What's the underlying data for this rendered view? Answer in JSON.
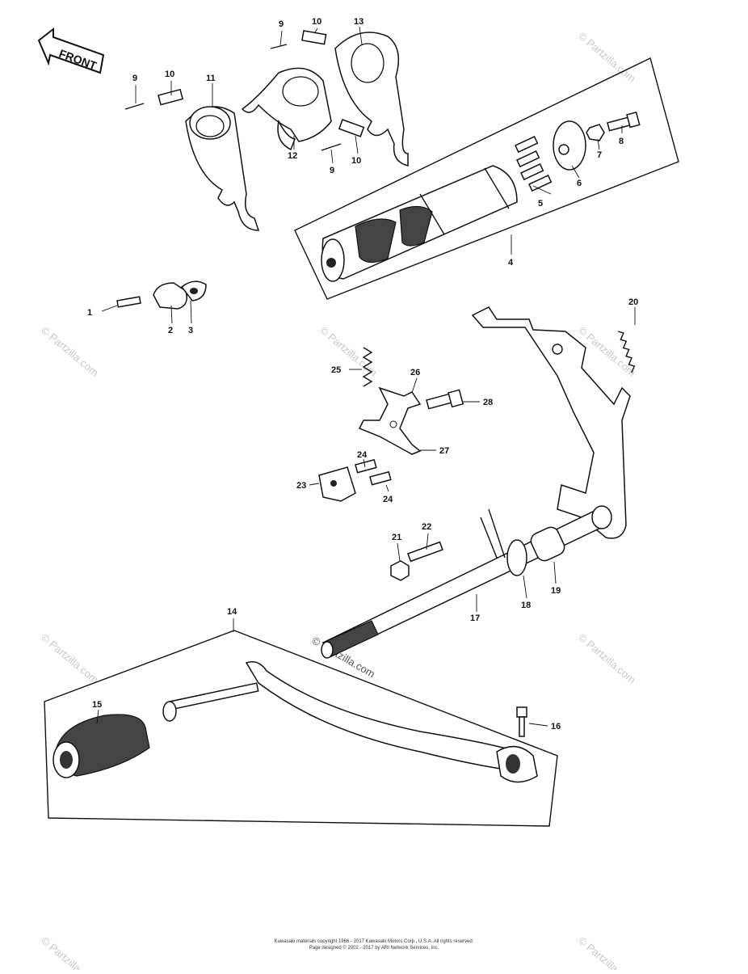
{
  "diagram": {
    "front_label": "FRONT",
    "callouts": [
      {
        "id": "c1",
        "text": "1"
      },
      {
        "id": "c2",
        "text": "2"
      },
      {
        "id": "c3",
        "text": "3"
      },
      {
        "id": "c4",
        "text": "4"
      },
      {
        "id": "c5",
        "text": "5"
      },
      {
        "id": "c6",
        "text": "6"
      },
      {
        "id": "c7",
        "text": "7"
      },
      {
        "id": "c8",
        "text": "8"
      },
      {
        "id": "c9a",
        "text": "9"
      },
      {
        "id": "c9b",
        "text": "9"
      },
      {
        "id": "c9c",
        "text": "9"
      },
      {
        "id": "c10a",
        "text": "10"
      },
      {
        "id": "c10b",
        "text": "10"
      },
      {
        "id": "c10c",
        "text": "10"
      },
      {
        "id": "c11",
        "text": "11"
      },
      {
        "id": "c12",
        "text": "12"
      },
      {
        "id": "c13",
        "text": "13"
      },
      {
        "id": "c14",
        "text": "14"
      },
      {
        "id": "c15",
        "text": "15"
      },
      {
        "id": "c16",
        "text": "16"
      },
      {
        "id": "c17",
        "text": "17"
      },
      {
        "id": "c18",
        "text": "18"
      },
      {
        "id": "c19",
        "text": "19"
      },
      {
        "id": "c20",
        "text": "20"
      },
      {
        "id": "c21",
        "text": "21"
      },
      {
        "id": "c22",
        "text": "22"
      },
      {
        "id": "c23",
        "text": "23"
      },
      {
        "id": "c24a",
        "text": "24"
      },
      {
        "id": "c24b",
        "text": "24"
      },
      {
        "id": "c25",
        "text": "25"
      },
      {
        "id": "c26",
        "text": "26"
      },
      {
        "id": "c27",
        "text": "27"
      },
      {
        "id": "c28",
        "text": "28"
      }
    ],
    "watermark": "© Partzilla.com",
    "footer_lines": [
      "Kawasaki materials copyright 1966 - 2017 Kawasaki Motors Corp., U.S.A. All rights reserved.",
      "Page designed © 2002 - 2017 by ARI Network Services, Inc."
    ]
  }
}
